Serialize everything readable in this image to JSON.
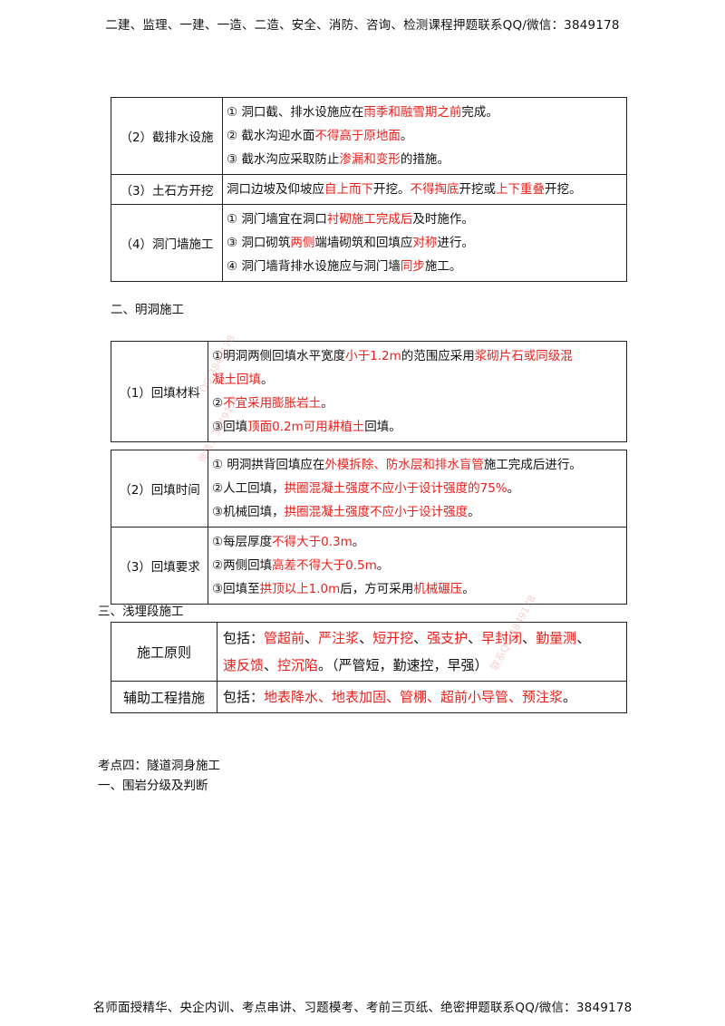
{
  "header": "二建、监理、一建、一造、二造、安全、消防、咨询、检测课程押题联系QQ/微信：3849178",
  "footer": "名师面授精华、央企内训、考点串讲、习题模考、考前三页纸、绝密押题联系QQ/微信：3849178",
  "table1": [
    {
      "category": "（2）截排水设施",
      "lines": [
        [
          {
            "t": "① 洞口截、排水设施应在"
          },
          {
            "t": "雨季和融雪期之前",
            "red": true
          },
          {
            "t": "完成。"
          }
        ],
        [
          {
            "t": "② 截水沟迎水面"
          },
          {
            "t": "不得高于原地面",
            "red": true
          },
          {
            "t": "。"
          }
        ],
        [
          {
            "t": "③ 截水沟应采取防止"
          },
          {
            "t": "渗漏和变形",
            "red": true
          },
          {
            "t": "的措施。"
          }
        ]
      ]
    },
    {
      "category": "（3）土石方开挖",
      "lines": [
        [
          {
            "t": "洞口边坡及仰坡应"
          },
          {
            "t": "自上而下",
            "red": true
          },
          {
            "t": "开挖。"
          },
          {
            "t": "不得掏底",
            "red": true
          },
          {
            "t": "开挖或"
          },
          {
            "t": "上下重叠",
            "red": true
          },
          {
            "t": "开挖。"
          }
        ]
      ]
    },
    {
      "category": "（4）洞门墙施工",
      "lines": [
        [
          {
            "t": "① 洞门墙宜在洞口"
          },
          {
            "t": "衬砌施工完成后",
            "red": true
          },
          {
            "t": "及时施作。"
          }
        ],
        [
          {
            "t": "③ 洞口砌筑"
          },
          {
            "t": "两侧",
            "red": true
          },
          {
            "t": "端墙砌筑和回填应"
          },
          {
            "t": "对称",
            "red": true
          },
          {
            "t": "进行。"
          }
        ],
        [
          {
            "t": "④ 洞门墙背排水设施应与洞门墙"
          },
          {
            "t": "同步",
            "red": true
          },
          {
            "t": "施工。"
          }
        ]
      ]
    }
  ],
  "heading2": "二、明洞施工",
  "table2": [
    {
      "category": "（1）回填材料",
      "lines": [
        [
          {
            "t": "①明洞两侧回填水平宽度"
          },
          {
            "t": "小于1.2m",
            "red": true
          },
          {
            "t": "的范围应采用"
          },
          {
            "t": "浆砌片石或同级混",
            "red": true
          }
        ],
        [
          {
            "t": "凝土回填",
            "red": true
          },
          {
            "t": "。"
          }
        ],
        [
          {
            "t": "②"
          },
          {
            "t": "不宜采用膨胀岩土",
            "red": true
          },
          {
            "t": "。"
          }
        ],
        [
          {
            "t": "③回填"
          },
          {
            "t": "顶面0.2m可用耕植土",
            "red": true
          },
          {
            "t": "回填。"
          }
        ]
      ]
    }
  ],
  "table3": [
    {
      "category": "（2）回填时间",
      "lines": [
        [
          {
            "t": "① 明洞拱背回填应在"
          },
          {
            "t": "外模拆除、防水层和排水盲管",
            "red": true
          },
          {
            "t": "施工完成后进行。"
          }
        ],
        [
          {
            "t": "②人工回填，"
          },
          {
            "t": "拱圈混凝土强度不应小于设计强度的75%",
            "red": true
          },
          {
            "t": "。"
          }
        ],
        [
          {
            "t": "③机械回填，"
          },
          {
            "t": "拱圈混凝土强度不应小于设计强度",
            "red": true
          },
          {
            "t": "。"
          }
        ]
      ]
    },
    {
      "category": "（3）回填要求",
      "lines": [
        [
          {
            "t": "①每层厚度"
          },
          {
            "t": "不得大于0.3m",
            "red": true
          },
          {
            "t": "。"
          }
        ],
        [
          {
            "t": "②两侧回填"
          },
          {
            "t": "高差不得大于0.5m",
            "red": true
          },
          {
            "t": "。"
          }
        ],
        [
          {
            "t": "③回填至"
          },
          {
            "t": "拱顶以上1.0m",
            "red": true
          },
          {
            "t": "后，方可采用"
          },
          {
            "t": "机械碾压",
            "red": true
          },
          {
            "t": "。"
          }
        ]
      ]
    }
  ],
  "heading3": "三、浅埋段施工",
  "table4": [
    {
      "category": "施工原则",
      "lines": [
        [
          {
            "t": "包括："
          },
          {
            "t": "管超前",
            "red": true
          },
          {
            "t": "、"
          },
          {
            "t": "严注浆",
            "red": true
          },
          {
            "t": "、"
          },
          {
            "t": "短开挖",
            "red": true
          },
          {
            "t": "、"
          },
          {
            "t": "强支护",
            "red": true
          },
          {
            "t": "、"
          },
          {
            "t": "早封闭",
            "red": true
          },
          {
            "t": "、"
          },
          {
            "t": "勤量测",
            "red": true
          },
          {
            "t": "、"
          }
        ],
        [
          {
            "t": "速反馈",
            "red": true
          },
          {
            "t": "、"
          },
          {
            "t": "控沉陷",
            "red": true
          },
          {
            "t": "。（严管短，勤速控，早强）"
          }
        ]
      ]
    },
    {
      "category": "辅助工程措施",
      "lines": [
        [
          {
            "t": "包括："
          },
          {
            "t": "地表降水、地表加固、管棚、超前小导管、预注浆",
            "red": true
          },
          {
            "t": "。"
          }
        ]
      ]
    }
  ],
  "heading4": "考点四：隧道洞身施工",
  "heading5": "一、围岩分级及判断",
  "watermarks": [
    "QQ:3849178",
    "微信：3849178",
    "联系QQ:3849178"
  ]
}
